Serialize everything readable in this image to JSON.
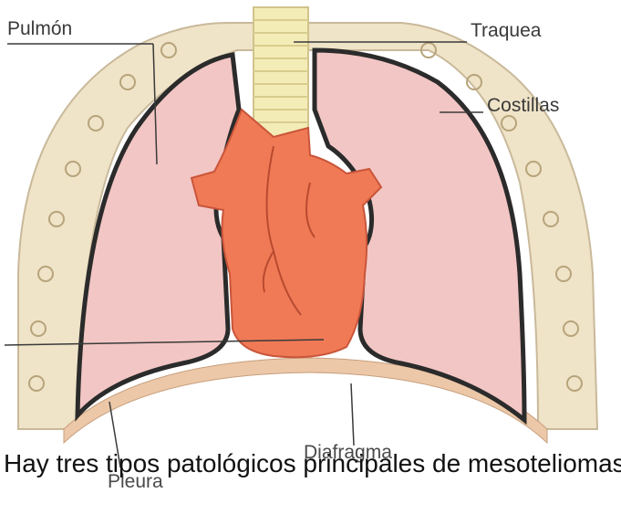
{
  "labels": {
    "pulmon": "Pulmón",
    "traquea": "Traquea",
    "costillas": "Costillas",
    "diafragma": "Diafragma",
    "pleura": "Pleura"
  },
  "caption": "Hay tres tipos patológicos principales de mesoteliomas",
  "colors": {
    "lung": "#f2c6c4",
    "heart": "#f07a56",
    "trachea": "#f4ecb6",
    "pleura_outline": "#2b2b2b",
    "ribs": "#efe3c8",
    "diaphragm": "#ecc8a8"
  }
}
